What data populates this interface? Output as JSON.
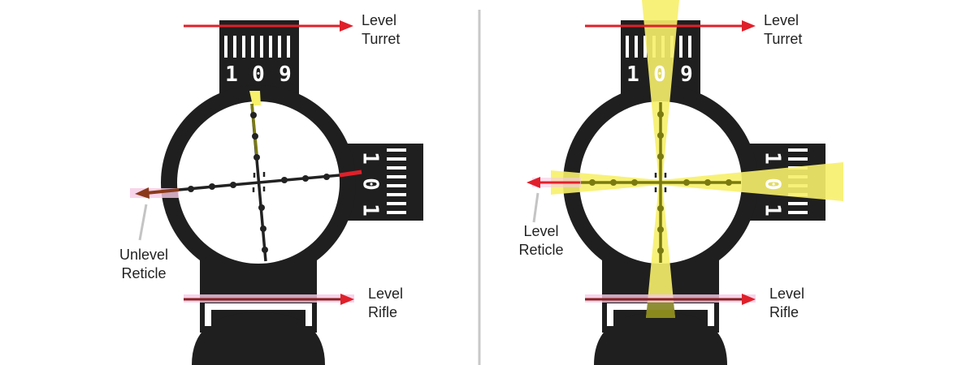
{
  "colors": {
    "body": "#1f1f1f",
    "background": "#ffffff",
    "divider": "#c8c8c8",
    "arrow": "#e0202a",
    "highlight": "#f7f06a",
    "reticle_line": "#222222",
    "reticle_aligned": "#7a7a10",
    "pink_glow": "#f6c9e6",
    "pointer": "#c4c4c4"
  },
  "panels": {
    "left": {
      "top_label": [
        "Level",
        "Turret"
      ],
      "bottom_label": [
        "Level",
        "Rifle"
      ],
      "reticle_label": [
        "Unlevel",
        "Reticle"
      ],
      "top_dial": [
        "1",
        "0",
        "9"
      ],
      "side_dial": [
        "1",
        "0",
        "1"
      ]
    },
    "right": {
      "top_label": [
        "Level",
        "Turret"
      ],
      "bottom_label": [
        "Level",
        "Rifle"
      ],
      "reticle_label": [
        "Level",
        "Reticle"
      ],
      "top_dial": [
        "1",
        "0",
        "9"
      ],
      "side_dial": [
        "1",
        "0",
        "1"
      ]
    }
  }
}
